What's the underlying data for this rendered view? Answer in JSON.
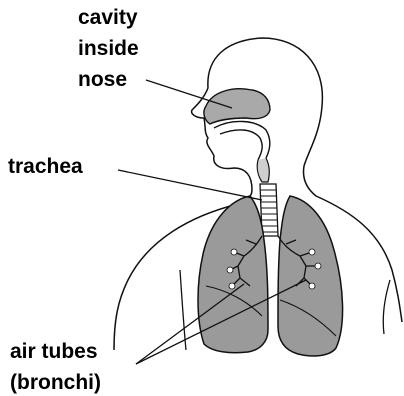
{
  "labels": {
    "nose": [
      "cavity",
      "inside",
      "nose"
    ],
    "trachea": "trachea",
    "bronchi": [
      "air tubes",
      "(bronchi)"
    ]
  },
  "colors": {
    "outline": "#111111",
    "lung_fill": "#9a9a9a",
    "cavity_fill": "#a9a9a9",
    "background": "#ffffff"
  }
}
